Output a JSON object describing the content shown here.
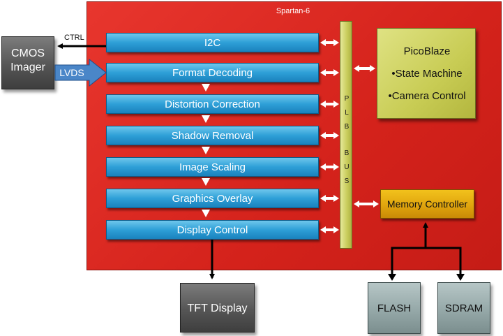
{
  "fpga": {
    "title": "Spartan-6"
  },
  "stages": [
    {
      "label": "I2C"
    },
    {
      "label": "Format Decoding"
    },
    {
      "label": "Distortion Correction"
    },
    {
      "label": "Shadow Removal"
    },
    {
      "label": "Image Scaling"
    },
    {
      "label": "Graphics Overlay"
    },
    {
      "label": "Display Control"
    }
  ],
  "bus": {
    "letters": [
      "P",
      "L",
      "B",
      "",
      "B",
      "U",
      "S"
    ]
  },
  "picoblaze": {
    "title": "PicoBlaze",
    "items": [
      "•State Machine",
      "•Camera Control"
    ]
  },
  "memory_controller": {
    "label": "Memory Controller"
  },
  "external": {
    "cmos": [
      "CMOS",
      "Imager"
    ],
    "tft": "TFT Display",
    "flash": "FLASH",
    "sdram": "SDRAM"
  },
  "links": {
    "ctrl": "CTRL",
    "lvds": "LVDS"
  },
  "colors": {
    "fpga": "#d4221b",
    "stage": "#2e9fd7",
    "bus": "#c8cc5a",
    "picoblaze": "#c8cc54",
    "memory_controller": "#e0a50e",
    "external_dark": "#555555",
    "external_light": "#95a8a8"
  }
}
